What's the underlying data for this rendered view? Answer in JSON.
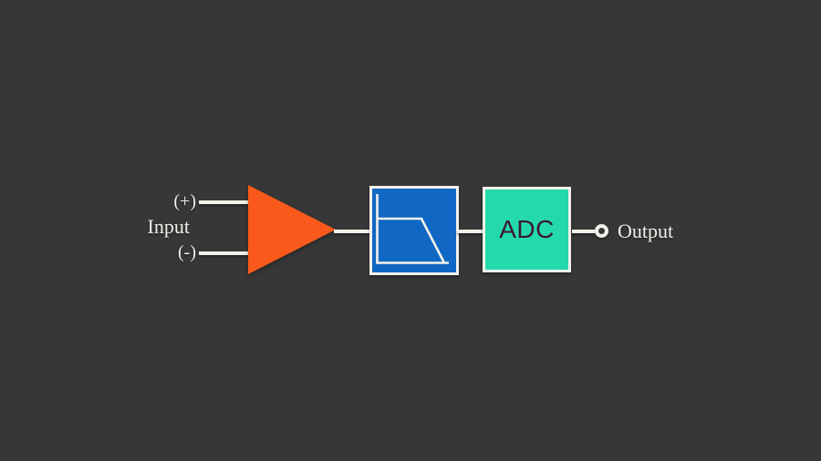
{
  "diagram": {
    "type": "signal-chain-block-diagram",
    "labels": {
      "input": "Input",
      "input_plus": "(+)",
      "input_minus": "(-)",
      "adc": "ADC",
      "output": "Output"
    },
    "nodes": [
      {
        "id": "input",
        "label": "Input",
        "pins": [
          "(+)",
          "(-)"
        ]
      },
      {
        "id": "amplifier",
        "icon": "amplifier-triangle-icon"
      },
      {
        "id": "low-pass-filter",
        "icon": "low-pass-filter-curve-icon"
      },
      {
        "id": "adc",
        "label": "ADC"
      },
      {
        "id": "output",
        "label": "Output",
        "icon": "output-terminal-icon"
      }
    ],
    "colors": {
      "background": "#373737",
      "amplifier_orange": "#F95A1B",
      "filter_blue": "#1168C4",
      "adc_teal": "#25DAAA",
      "adc_text": "#3C1533",
      "wire_white": "#F4F1EB",
      "label_white": "#F2EFE9"
    }
  }
}
